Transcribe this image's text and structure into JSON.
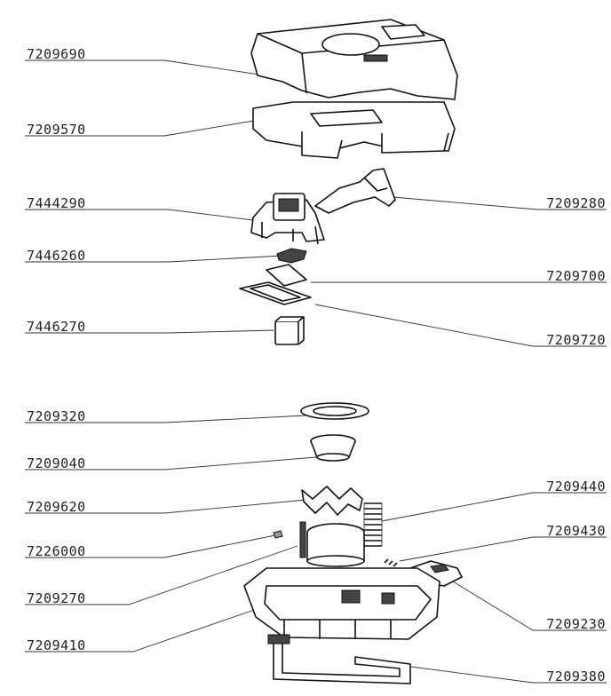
{
  "labels_left": [
    {
      "id": "l1",
      "text": "7209690"
    },
    {
      "id": "l2",
      "text": "7209570"
    },
    {
      "id": "l3",
      "text": "7444290"
    },
    {
      "id": "l4",
      "text": "7446260"
    },
    {
      "id": "l5",
      "text": "7446270"
    },
    {
      "id": "l6",
      "text": "7209320"
    },
    {
      "id": "l7",
      "text": "7209040"
    },
    {
      "id": "l8",
      "text": "7209620"
    },
    {
      "id": "l9",
      "text": "7226000"
    },
    {
      "id": "l10",
      "text": "7209270"
    },
    {
      "id": "l11",
      "text": "7209410"
    }
  ],
  "labels_right": [
    {
      "id": "r1",
      "text": "7209280"
    },
    {
      "id": "r2",
      "text": "7209700"
    },
    {
      "id": "r3",
      "text": "7209720"
    },
    {
      "id": "r4",
      "text": "7209440"
    },
    {
      "id": "r5",
      "text": "7209430"
    },
    {
      "id": "r6",
      "text": "7209230"
    },
    {
      "id": "r7",
      "text": "7209380"
    }
  ]
}
